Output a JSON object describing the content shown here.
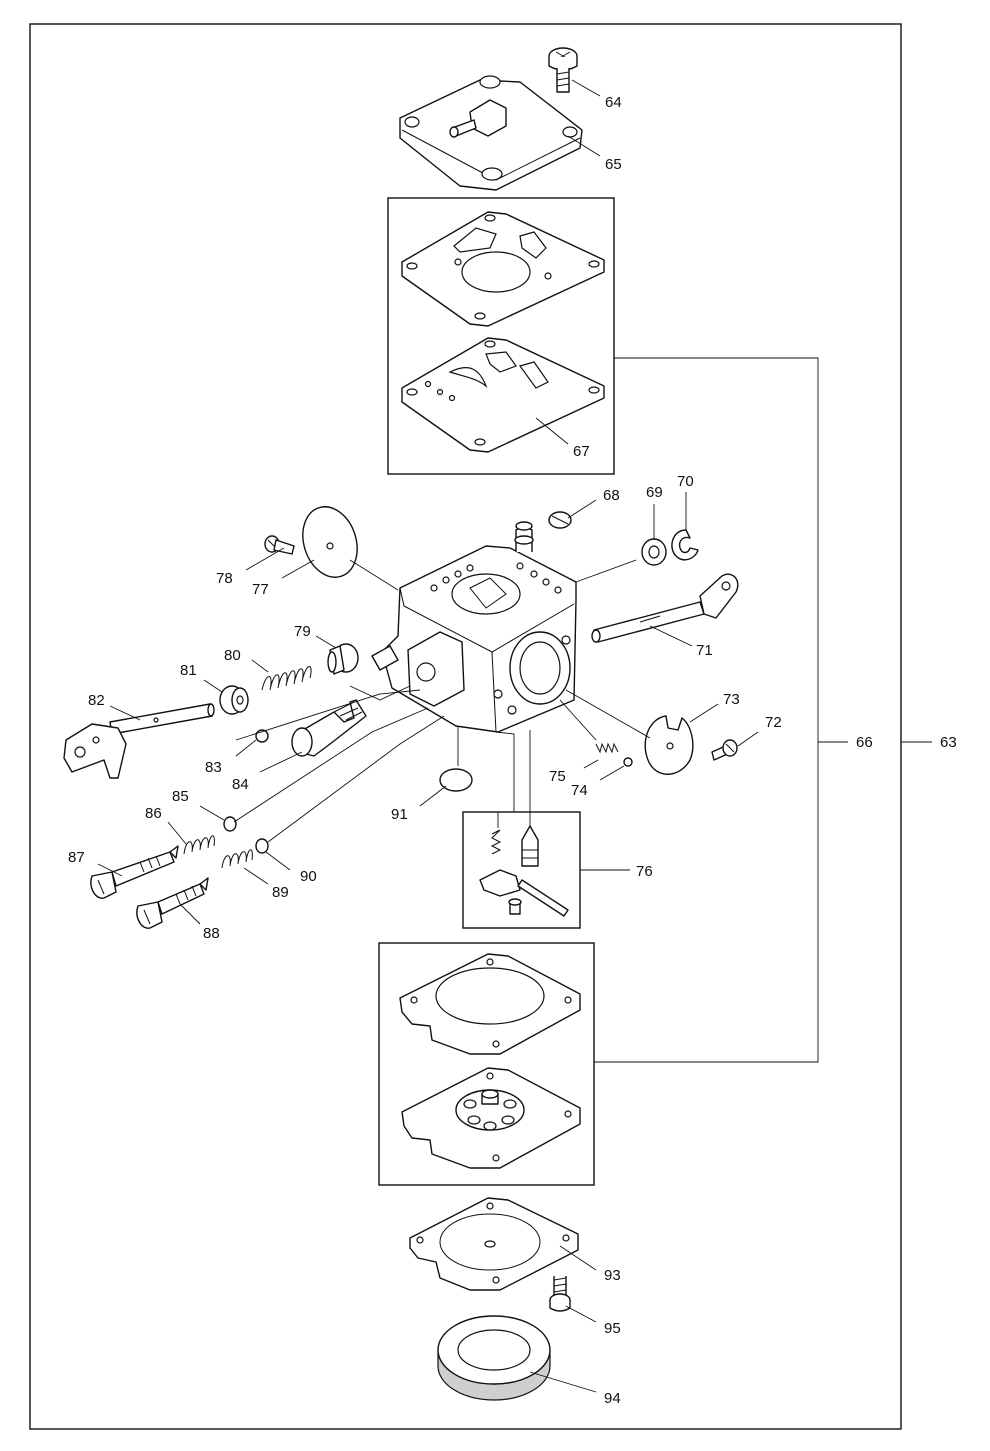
{
  "diagram": {
    "part_numbers": [
      {
        "id": "64",
        "text": "64"
      },
      {
        "id": "65",
        "text": "65"
      },
      {
        "id": "67",
        "text": "67"
      },
      {
        "id": "68",
        "text": "68"
      },
      {
        "id": "69",
        "text": "69"
      },
      {
        "id": "70",
        "text": "70"
      },
      {
        "id": "71",
        "text": "71"
      },
      {
        "id": "72",
        "text": "72"
      },
      {
        "id": "73",
        "text": "73"
      },
      {
        "id": "74",
        "text": "74"
      },
      {
        "id": "75",
        "text": "75"
      },
      {
        "id": "76",
        "text": "76"
      },
      {
        "id": "77",
        "text": "77"
      },
      {
        "id": "78",
        "text": "78"
      },
      {
        "id": "79",
        "text": "79"
      },
      {
        "id": "80",
        "text": "80"
      },
      {
        "id": "81",
        "text": "81"
      },
      {
        "id": "82",
        "text": "82"
      },
      {
        "id": "83",
        "text": "83"
      },
      {
        "id": "84",
        "text": "84"
      },
      {
        "id": "85",
        "text": "85"
      },
      {
        "id": "86",
        "text": "86"
      },
      {
        "id": "87",
        "text": "87"
      },
      {
        "id": "88",
        "text": "88"
      },
      {
        "id": "89",
        "text": "89"
      },
      {
        "id": "90",
        "text": "90"
      },
      {
        "id": "91",
        "text": "91"
      },
      {
        "id": "93",
        "text": "93"
      },
      {
        "id": "94",
        "text": "94"
      },
      {
        "id": "95",
        "text": "95"
      },
      {
        "id": "66",
        "text": "66"
      },
      {
        "id": "63",
        "text": "63"
      }
    ]
  }
}
